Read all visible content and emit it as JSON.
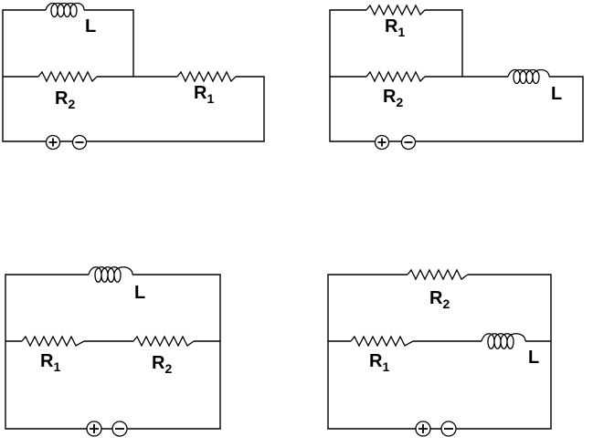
{
  "circuits": [
    {
      "id": "top-left",
      "components": [
        {
          "type": "inductor",
          "label": "L",
          "sub": ""
        },
        {
          "type": "resistor",
          "label": "R",
          "sub": "2"
        },
        {
          "type": "resistor",
          "label": "R",
          "sub": "1"
        }
      ],
      "battery": {
        "positive": "+",
        "negative": "−"
      }
    },
    {
      "id": "top-right",
      "components": [
        {
          "type": "resistor",
          "label": "R",
          "sub": "1"
        },
        {
          "type": "resistor",
          "label": "R",
          "sub": "2"
        },
        {
          "type": "inductor",
          "label": "L",
          "sub": ""
        }
      ],
      "battery": {
        "positive": "+",
        "negative": "−"
      }
    },
    {
      "id": "bottom-left",
      "components": [
        {
          "type": "inductor",
          "label": "L",
          "sub": ""
        },
        {
          "type": "resistor",
          "label": "R",
          "sub": "1"
        },
        {
          "type": "resistor",
          "label": "R",
          "sub": "2"
        }
      ],
      "battery": {
        "positive": "+",
        "negative": "−"
      }
    },
    {
      "id": "bottom-right",
      "components": [
        {
          "type": "resistor",
          "label": "R",
          "sub": "2"
        },
        {
          "type": "resistor",
          "label": "R",
          "sub": "1"
        },
        {
          "type": "inductor",
          "label": "L",
          "sub": ""
        }
      ],
      "battery": {
        "positive": "+",
        "negative": "−"
      }
    }
  ]
}
